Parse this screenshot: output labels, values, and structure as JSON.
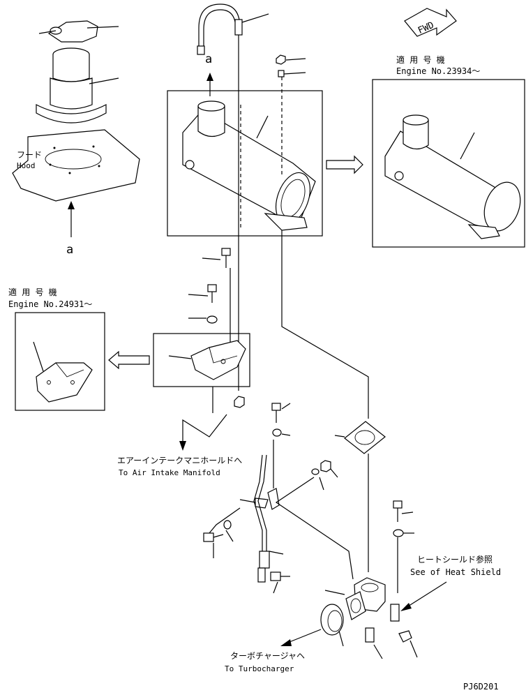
{
  "fwd_label": "FWD",
  "view_ref": "a",
  "hood": {
    "jp": "フード",
    "en": "Hood"
  },
  "variant_right": {
    "jp": "適 用 号 機",
    "en": "Engine No.23934～"
  },
  "variant_left": {
    "jp": "適 用 号 機",
    "en": "Engine No.24931～"
  },
  "to_air_intake": {
    "jp": "エアーインテークマニホールドへ",
    "en": "To Air Intake Manifold"
  },
  "heat_shield": {
    "jp": "ヒートシールド参照",
    "en": "See of Heat Shield"
  },
  "to_turbo": {
    "jp": "ターボチャージャヘ",
    "en": "To Turbocharger"
  },
  "drawing_code": "PJ6D201"
}
